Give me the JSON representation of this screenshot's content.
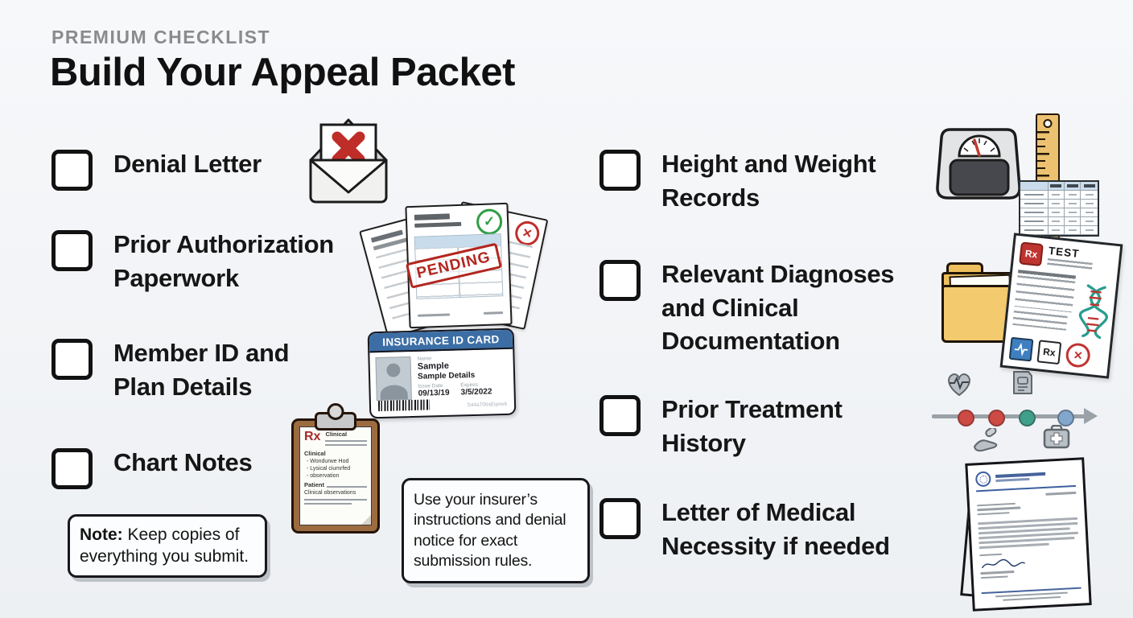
{
  "header": {
    "eyebrow": "PREMIUM CHECKLIST",
    "title": "Build Your Appeal Packet"
  },
  "checklist": {
    "left": [
      {
        "label": "Denial Letter"
      },
      {
        "label": "Prior Authorization Paperwork"
      },
      {
        "label": "Member ID and Plan Details"
      },
      {
        "label": "Chart Notes"
      }
    ],
    "right": [
      {
        "label": "Height and Weight Records"
      },
      {
        "label": "Relevant Diagnoses and Clinical Documentation"
      },
      {
        "label": "Prior Treatment History"
      },
      {
        "label": "Letter of Medical Necessity if needed"
      }
    ]
  },
  "note_box": {
    "prefix": "Note:",
    "text": " Keep copies of everything you submit."
  },
  "callout_box": {
    "text": "Use your insurer’s instructions and denial notice for exact submission rules."
  },
  "pending_docs": {
    "stamp": "PENDING",
    "check_glyph": "✓",
    "cross_glyph": "✕"
  },
  "insurance_card": {
    "header": "INSURANCE ID CARD",
    "name_label": "Name:",
    "name": "Sample",
    "details": "Sample Details",
    "issue_label": "Issue Date",
    "issue_date": "09/13/19",
    "expiry_label": "Expires",
    "expiry_date": "3/5/2022",
    "serial": "S44a70IiaEipire6"
  },
  "clipboard": {
    "rx": "Rx",
    "top_label": "Clinical",
    "section_label": "Clinical",
    "bullet1": "- Wondurwe Hod",
    "bullet2": "- Lysical ciumrfed",
    "bullet3": "- observation",
    "patient_label": "Patient",
    "obs_label": "Clinical observations"
  },
  "test_document": {
    "rx_badge": "Rx",
    "title": "TEST",
    "rx_small": "Rx",
    "cross_glyph": "✕"
  },
  "colors": {
    "background": "#f3f5f7",
    "ink": "#141414",
    "muted": "#8b8b8e",
    "alert_red": "#bf2d28",
    "approve_green": "#2f9e44",
    "card_blue": "#3c6ea5",
    "folder_yellow": "#f3c967",
    "ruler_yellow": "#ecc170",
    "dot_red": "#cd4a45",
    "dot_teal": "#3f9f8b",
    "dot_blue": "#82a7cc"
  }
}
